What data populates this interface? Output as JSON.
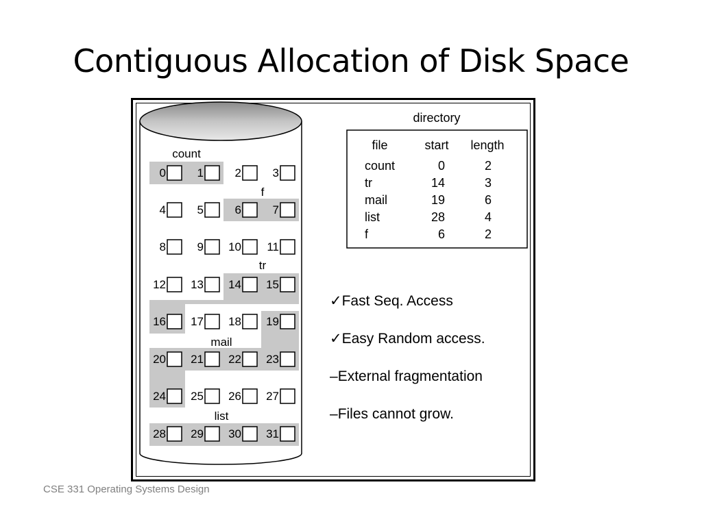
{
  "title": "Contiguous Allocation of Disk Space",
  "footer": "CSE 331 Operating Systems Design",
  "disk": {
    "blocks": [
      0,
      1,
      2,
      3,
      4,
      5,
      6,
      7,
      8,
      9,
      10,
      11,
      12,
      13,
      14,
      15,
      16,
      17,
      18,
      19,
      20,
      21,
      22,
      23,
      24,
      25,
      26,
      27,
      28,
      29,
      30,
      31
    ],
    "file_labels": [
      "count",
      "f",
      "tr",
      "mail",
      "list"
    ]
  },
  "directory": {
    "title": "directory",
    "headers": [
      "file",
      "start",
      "length"
    ],
    "rows": [
      {
        "file": "count",
        "start": "0",
        "length": "2"
      },
      {
        "file": "tr",
        "start": "14",
        "length": "3"
      },
      {
        "file": "mail",
        "start": "19",
        "length": "6"
      },
      {
        "file": "list",
        "start": "28",
        "length": "4"
      },
      {
        "file": "f",
        "start": "6",
        "length": "2"
      }
    ]
  },
  "bullets": [
    {
      "marker": "✓",
      "text": "Fast Seq. Access"
    },
    {
      "marker": "✓",
      "text": "Easy Random access."
    },
    {
      "marker": "–",
      "text": "External fragmentation"
    },
    {
      "marker": "–",
      "text": "Files cannot grow."
    }
  ],
  "colors": {
    "highlight": "#c8c8c8",
    "disk_top": "#b0b0b0"
  }
}
